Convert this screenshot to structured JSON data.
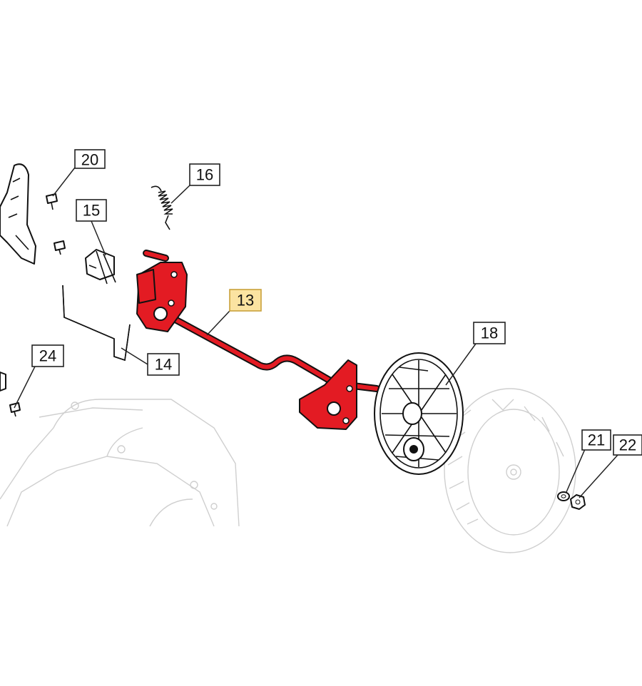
{
  "callouts": [
    {
      "id": "c20",
      "label": "20",
      "highlighted": false
    },
    {
      "id": "c16",
      "label": "16",
      "highlighted": false
    },
    {
      "id": "c15",
      "label": "15",
      "highlighted": false
    },
    {
      "id": "c13",
      "label": "13",
      "highlighted": true
    },
    {
      "id": "c18",
      "label": "18",
      "highlighted": false
    },
    {
      "id": "c24",
      "label": "24",
      "highlighted": false
    },
    {
      "id": "c14",
      "label": "14",
      "highlighted": false
    },
    {
      "id": "c21",
      "label": "21",
      "highlighted": false
    },
    {
      "id": "c22",
      "label": "22",
      "highlighted": false
    }
  ],
  "colors": {
    "highlight_part": "#e31b23",
    "highlight_label": "#fbe3a1",
    "ghost_lines": "#cfcfcf",
    "outline": "#111111"
  }
}
